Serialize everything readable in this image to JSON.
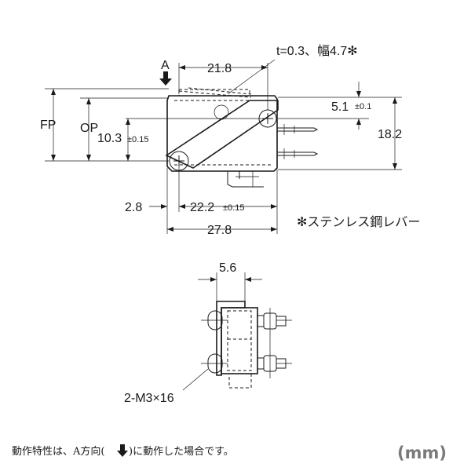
{
  "diagram": {
    "label_t": "t=0.3、幅4.7✻",
    "label_a": "A",
    "label_21_8": "21.8",
    "label_5_1": "5.1",
    "label_5_1_tol": "±0.1",
    "label_fp": "FP",
    "label_op": "OP",
    "label_10_3": "10.3",
    "label_10_3_tol": "±0.15",
    "label_18_2": "18.2",
    "label_2_8": "2.8",
    "label_22_2": "22.2",
    "label_22_2_tol": "±0.15",
    "label_27_8": "27.8",
    "label_stainless": "✻ステンレス鋼レバー",
    "label_5_6": "5.6",
    "label_m3": "2-M3×16"
  },
  "footer": {
    "note_prefix": "動作特性は、A方向(",
    "note_suffix": ")に動作した場合です。",
    "unit": "(mm)"
  }
}
